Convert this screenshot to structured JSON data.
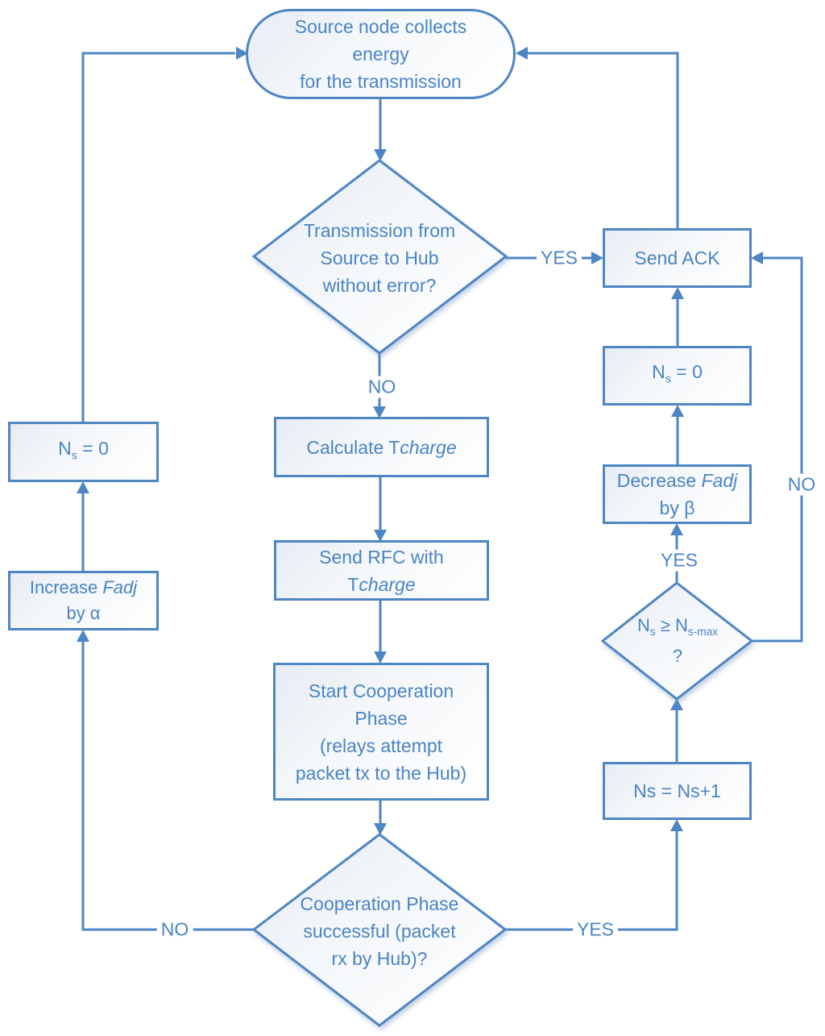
{
  "palette": {
    "line_color": "#4e86c4",
    "text_color": "#4a84c4",
    "shape_fill_top": "#e7ecf4",
    "shape_fill_bottom": "#ffffff",
    "background": "#ffffff"
  },
  "nodes": {
    "start": {
      "lines": [
        "Source node collects",
        "energy",
        "for the transmission"
      ]
    },
    "decision_transmission": {
      "lines": [
        "Transmission from",
        "Source to Hub",
        "without error?"
      ]
    },
    "send_ack": {
      "label": "Send ACK"
    },
    "ns_reset_right": {
      "base": "N",
      "sub": "s",
      "rest": " = 0"
    },
    "decrease_fadj": {
      "action": "Decrease ",
      "variable": "Fadj",
      "amount": "by β"
    },
    "decision_ns_max": {
      "base1": "N",
      "sub1": "s",
      "operator": " ≥ ",
      "base2": "N",
      "sub2": "s-max",
      "question": "?"
    },
    "ns_increment": {
      "label": "Ns = Ns+1"
    },
    "calculate_tcharge": {
      "action": "Calculate T",
      "variable": "charge"
    },
    "send_rfc": {
      "line1": "Send RFC with",
      "base": "T",
      "variable": "charge"
    },
    "start_cooperation": {
      "lines": [
        "Start Cooperation",
        "Phase",
        "(relays attempt",
        "packet tx to the Hub)"
      ]
    },
    "decision_cooperation": {
      "lines": [
        "Cooperation Phase",
        "successful (packet",
        "rx by Hub)?"
      ]
    },
    "increase_fadj": {
      "action": "Increase ",
      "variable": "Fadj",
      "amount": "by α"
    },
    "ns_reset_left": {
      "base": "N",
      "sub": "s",
      "rest": " = 0"
    }
  },
  "edge_labels": {
    "transmission_yes": "YES",
    "transmission_no": "NO",
    "ns_max_yes": "YES",
    "ns_max_no": "NO",
    "cooperation_yes": "YES",
    "cooperation_no": "NO"
  }
}
